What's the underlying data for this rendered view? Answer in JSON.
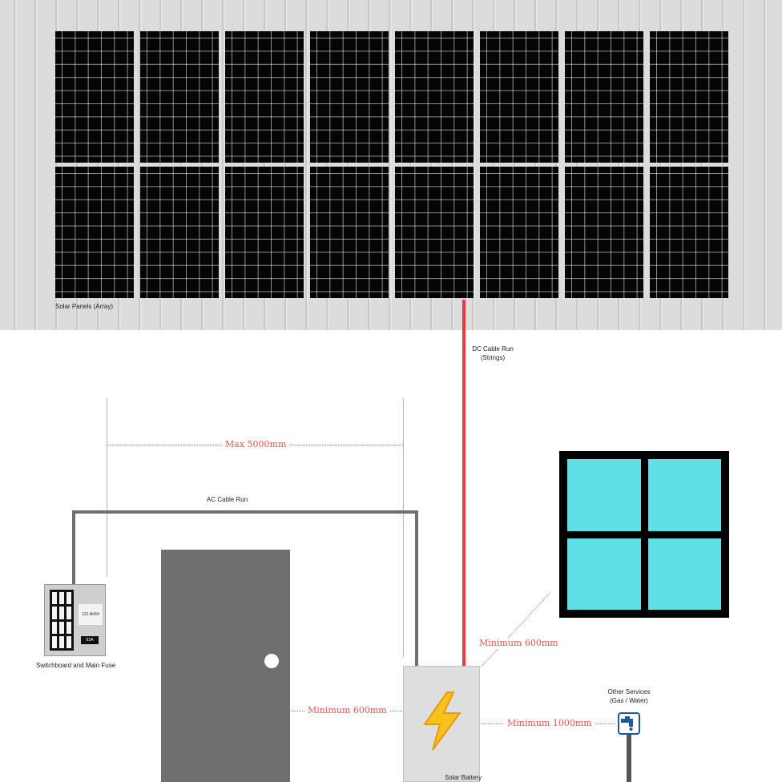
{
  "labels": {
    "solar_panels": "Solar Panels (Array)",
    "dc_cable_line1": "DC Cable Run",
    "dc_cable_line2": "(Strings)",
    "max_distance": "Max 5000mm",
    "ac_cable": "AC Cable Run",
    "switchboard": "Switchboard and Main Fuse",
    "switchboard_meter": "123.4kWh",
    "switchboard_fuse": "63A",
    "door_clearance": "Minimum 600mm",
    "window_clearance": "Minimum 600mm",
    "services_clearance": "Minimum 1000mm",
    "other_services_line1": "Other Services",
    "other_services_line2": "(Gas / Water)",
    "solar_battery": "Solar Battery"
  },
  "colors": {
    "dc_cable": "#e83a3a",
    "ac_cable": "#6e6e6e",
    "measurement": "#e05555",
    "window_glass": "#5ee0e4",
    "door": "#6f6f6f",
    "bolt": "#f7c21b"
  },
  "icons": {
    "battery": "lightning-bolt-icon",
    "services": "water-tap-icon"
  }
}
